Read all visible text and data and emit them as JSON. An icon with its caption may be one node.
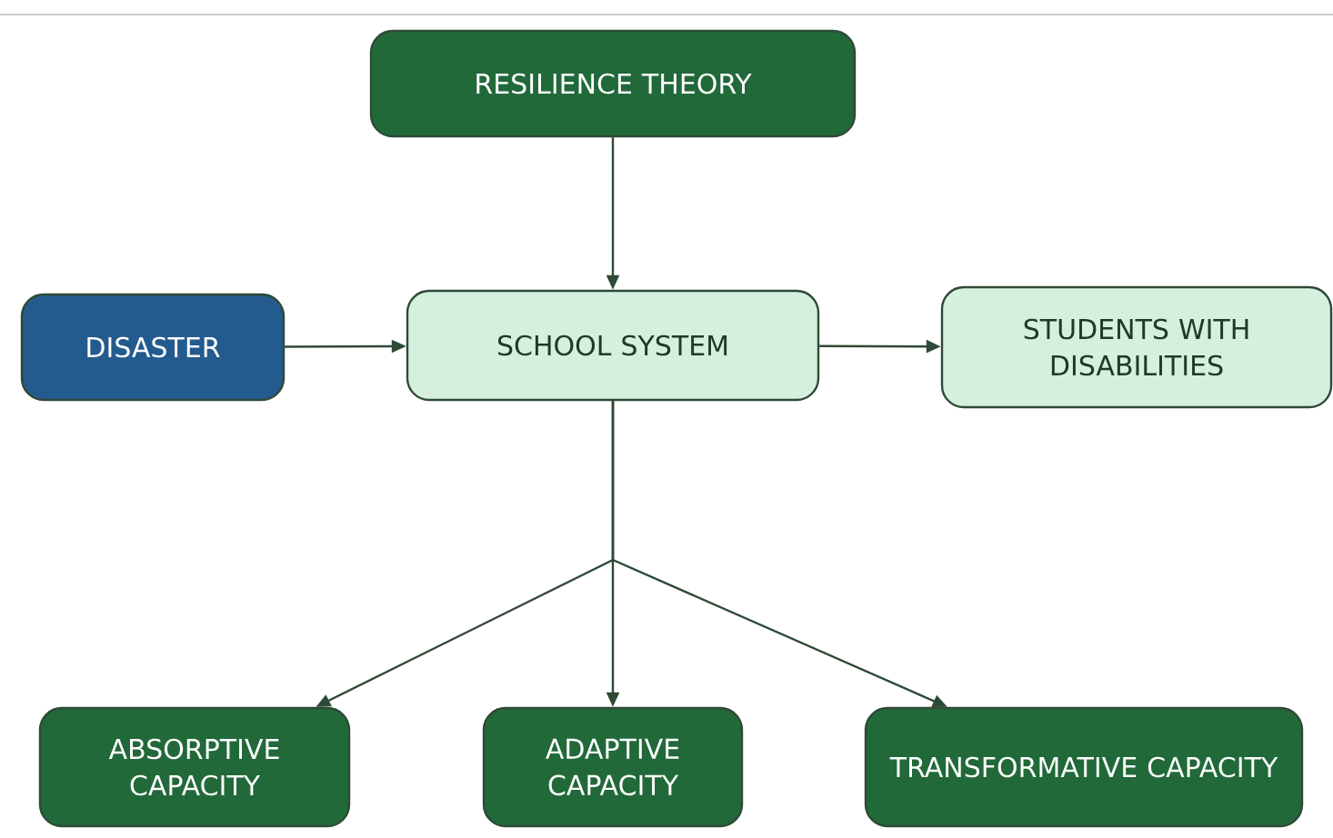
{
  "diagram": {
    "nodes": [
      {
        "text": [
          "RESILIENCE THEORY"
        ]
      },
      {
        "text": [
          "DISASTER"
        ]
      },
      {
        "text": [
          "SCHOOL SYSTEM"
        ]
      },
      {
        "text": [
          "STUDENTS WITH DISABILITIES"
        ]
      },
      {
        "text": [
          "ABSORPTIVE CAPACITY"
        ]
      },
      {
        "text": [
          "ADAPTIVE CAPACITY"
        ]
      },
      {
        "text": [
          "TRANSFORMATIVE CAPACITY"
        ]
      }
    ],
    "edges": [
      {
        "from": 0,
        "to": 2,
        "arrow": "to"
      },
      {
        "from": 1,
        "to": 2,
        "arrow": "to"
      },
      {
        "from": 2,
        "to": 3,
        "arrow": "to"
      },
      {
        "from": 2,
        "to": 4,
        "arrow": "to"
      },
      {
        "from": 2,
        "to": 5,
        "arrow": "to"
      },
      {
        "from": 2,
        "to": 6,
        "arrow": "to"
      }
    ]
  }
}
